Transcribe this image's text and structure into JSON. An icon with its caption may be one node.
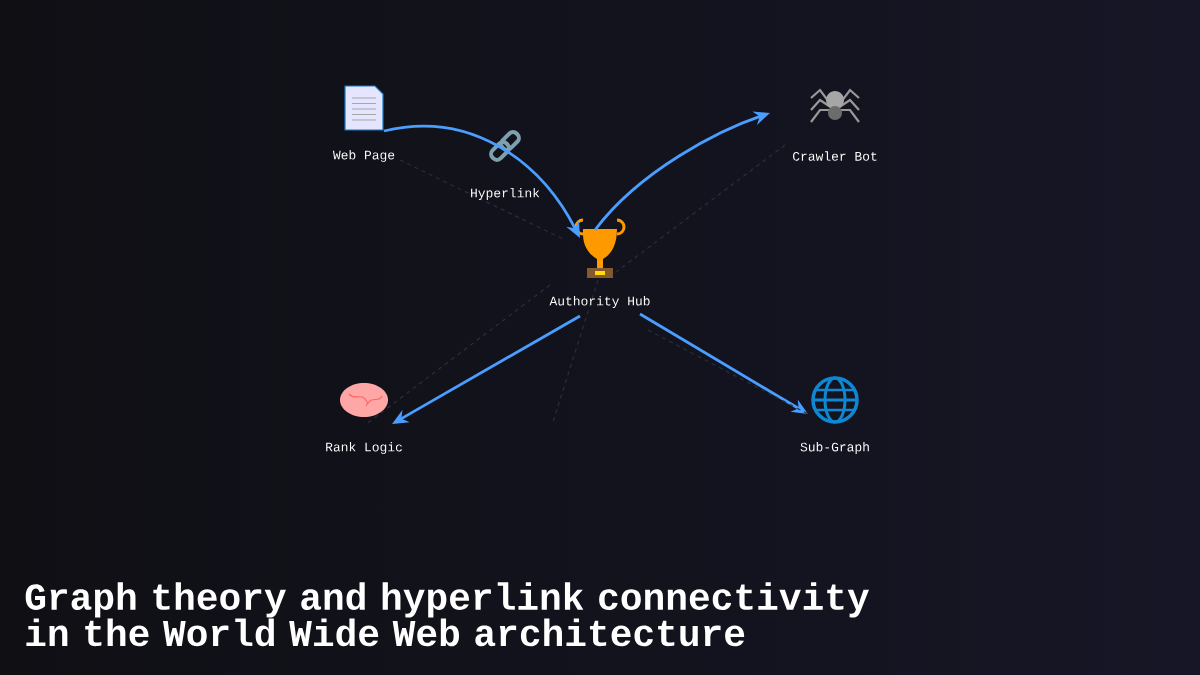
{
  "diagram": {
    "title": "Graph theory and hyperlink connectivity in the World Wide Web architecture",
    "nodes": [
      {
        "text": [
          "Web Page"
        ]
      },
      {
        "text": [
          "Hyperlink"
        ]
      },
      {
        "text": [
          "Authority Hub"
        ]
      },
      {
        "text": [
          "Crawler Bot"
        ]
      },
      {
        "text": [
          "Rank Logic"
        ]
      },
      {
        "text": [
          "Sub-Graph"
        ]
      }
    ],
    "edges": [
      {
        "from": 0,
        "to": 2,
        "arrow": "to",
        "color": "#4a9eff"
      },
      {
        "from": 2,
        "to": 3,
        "arrow": "to",
        "color": "#4a9eff"
      },
      {
        "from": 2,
        "to": 4,
        "arrow": "to",
        "color": "#4a9eff"
      },
      {
        "from": 2,
        "to": 5,
        "arrow": "to",
        "color": "#4a9eff"
      },
      {
        "from": 0,
        "to": 2,
        "arrow": "none",
        "style": "dashed",
        "color": "#26303c"
      },
      {
        "from": 3,
        "to": 2,
        "arrow": "none",
        "style": "dashed",
        "color": "#26303c"
      },
      {
        "from": 2,
        "to": 4,
        "arrow": "none",
        "style": "dashed",
        "color": "#26303c"
      },
      {
        "from": 2,
        "to": 5,
        "arrow": "none",
        "style": "dashed",
        "color": "#26303c"
      },
      {
        "from": 2,
        "to": null,
        "arrow": "none",
        "style": "dashed",
        "color": "#26303c"
      }
    ]
  }
}
